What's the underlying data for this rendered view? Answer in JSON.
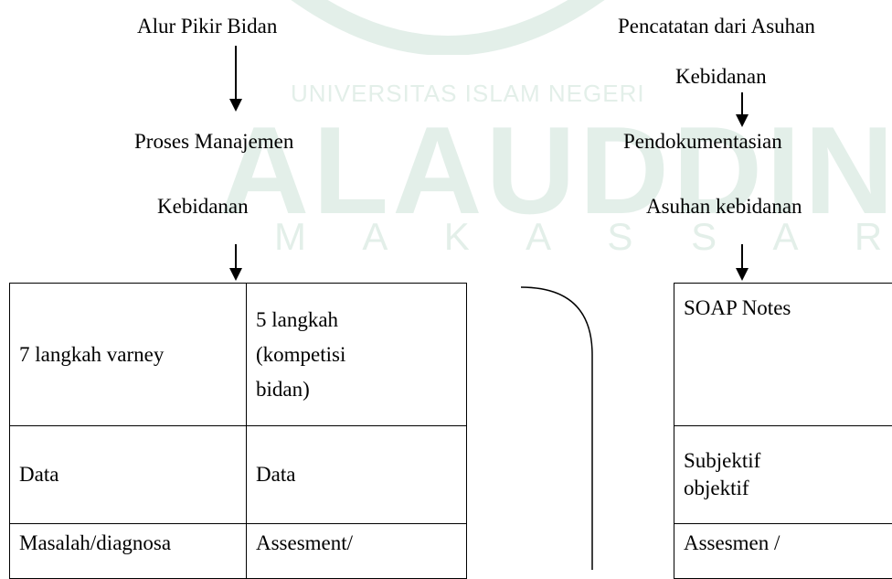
{
  "watermark": {
    "university": "UNIVERSITAS ISLAM NEGERI",
    "name": "ALAUDDIN",
    "city": "M A K A S S A R"
  },
  "left_flow": {
    "title": "Alur Pikir Bidan",
    "step_line1": "Proses Manajemen",
    "step_line2": "Kebidanan"
  },
  "right_flow": {
    "title_line1": "Pencatatan dari Asuhan",
    "title_line2": "Kebidanan",
    "step_line1": "Pendokumentasian",
    "step_line2": "Asuhan kebidanan"
  },
  "left_table": {
    "rows": [
      [
        "7 langkah varney",
        "5 langkah\n(kompetisi\nbidan)"
      ],
      [
        "Data",
        "Data"
      ],
      [
        "Masalah/diagnosa",
        "Assesment/"
      ]
    ]
  },
  "right_table": {
    "rows": [
      "SOAP Notes",
      "Subjektif\nobjektif",
      "Assesmen /"
    ]
  }
}
